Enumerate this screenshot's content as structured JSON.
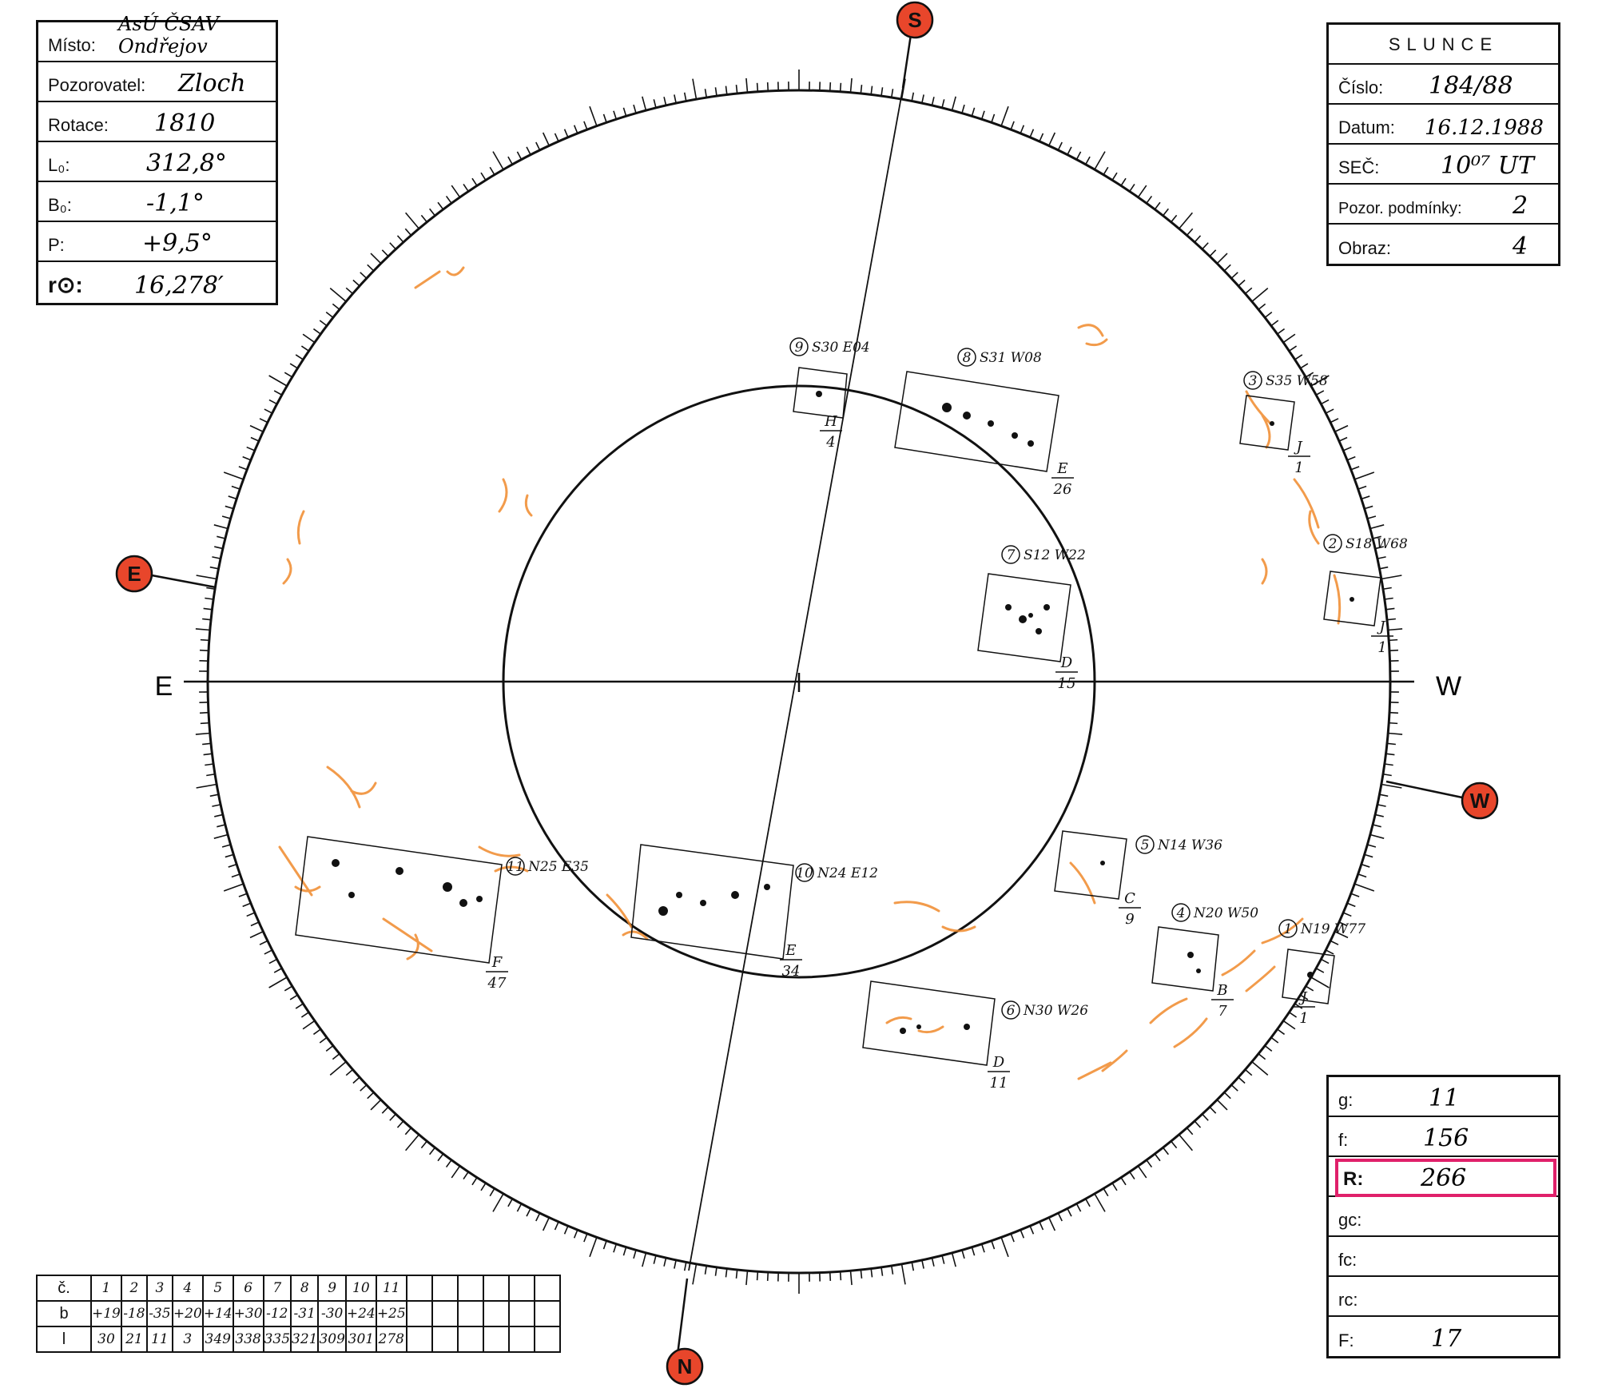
{
  "left_box": {
    "misto": {
      "label": "Místo:",
      "value": "AsÚ ČSAV Ondřejov"
    },
    "pozorovatel": {
      "label": "Pozorovatel:",
      "value": "Zloch"
    },
    "rotace": {
      "label": "Rotace:",
      "value": "1810"
    },
    "l0": {
      "label": "L₀:",
      "value": "312,8°"
    },
    "b0": {
      "label": "B₀:",
      "value": "-1,1°"
    },
    "p": {
      "label": "P:",
      "value": "+9,5°"
    },
    "r0": {
      "label": "r⊙:",
      "value": "16,278′"
    }
  },
  "right_box": {
    "title": "SLUNCE",
    "cislo": {
      "label": "Číslo:",
      "value": "184/88"
    },
    "datum": {
      "label": "Datum:",
      "value": "16.12.1988"
    },
    "sec": {
      "label": "SEČ:",
      "value": "10⁰⁷ UT"
    },
    "podminky": {
      "label": "Pozor. podmínky:",
      "value": "2"
    },
    "obraz": {
      "label": "Obraz:",
      "value": "4"
    }
  },
  "stats_box": {
    "g": {
      "label": "g:",
      "value": "11"
    },
    "f": {
      "label": "f:",
      "value": "156"
    },
    "r": {
      "label": "R:",
      "value": "266"
    },
    "gc": {
      "label": "gc:",
      "value": ""
    },
    "fc": {
      "label": "fc:",
      "value": ""
    },
    "rc": {
      "label": "rc:",
      "value": ""
    },
    "F": {
      "label": "F:",
      "value": "17"
    },
    "highlight_color": "#e0206a"
  },
  "compass": {
    "S": "S",
    "N": "N",
    "E": "E",
    "W": "W",
    "marker_color": "#e8462b"
  },
  "groups": [
    {
      "num": "1",
      "coords": "N19 W77",
      "cls": "J",
      "count": "1"
    },
    {
      "num": "2",
      "coords": "S18 W68",
      "cls": "J",
      "count": "1"
    },
    {
      "num": "3",
      "coords": "S35 W58",
      "cls": "J",
      "count": "1"
    },
    {
      "num": "4",
      "coords": "N20 W50",
      "cls": "B",
      "count": "7"
    },
    {
      "num": "5",
      "coords": "N14 W36",
      "cls": "C",
      "count": "9"
    },
    {
      "num": "6",
      "coords": "N30 W26",
      "cls": "D",
      "count": "11"
    },
    {
      "num": "7",
      "coords": "S12 W22",
      "cls": "D",
      "count": "15"
    },
    {
      "num": "8",
      "coords": "S31 W08",
      "cls": "E",
      "count": "26"
    },
    {
      "num": "9",
      "coords": "S30 E04",
      "cls": "H",
      "count": "4"
    },
    {
      "num": "10",
      "coords": "N24 E12",
      "cls": "E",
      "count": "34"
    },
    {
      "num": "11",
      "coords": "N25 E35",
      "cls": "F",
      "count": "47"
    }
  ],
  "table": {
    "head_c": "č.",
    "head_b": "b",
    "head_l": "l",
    "c": [
      "1",
      "2",
      "3",
      "4",
      "5",
      "6",
      "7",
      "8",
      "9",
      "10",
      "11",
      "",
      "",
      "",
      "",
      "",
      ""
    ],
    "b": [
      "+19",
      "-18",
      "-35",
      "+20",
      "+14",
      "+30",
      "-12",
      "-31",
      "-30",
      "+24",
      "+25",
      "",
      "",
      "",
      "",
      "",
      ""
    ],
    "l": [
      "30",
      "21",
      "11",
      "3",
      "349",
      "338",
      "335",
      "321",
      "309",
      "301",
      "278",
      "",
      "",
      "",
      "",
      "",
      ""
    ]
  }
}
